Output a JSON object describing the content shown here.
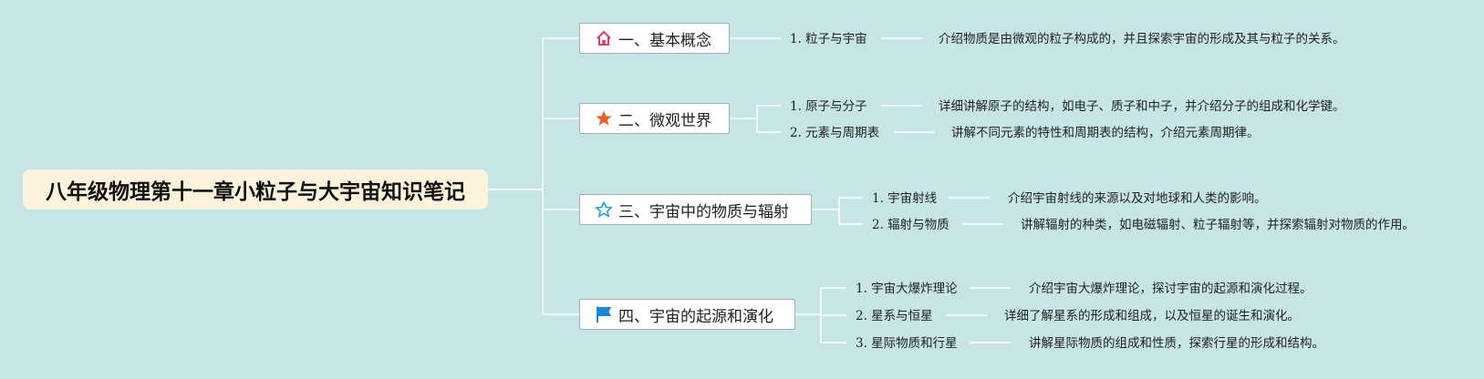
{
  "root": {
    "title": "八年级物理第十一章小粒子与大宇宙知识笔记"
  },
  "colors": {
    "background": "#c7e5e6",
    "root_fill": "#fdf3dc",
    "connector": "#ffffff"
  },
  "topics": [
    {
      "label": "一、基本概念",
      "icon": "home-icon",
      "subtopics": [
        {
          "label": "1. 粒子与宇宙",
          "note": "介绍物质是由微观的粒子构成的，并且探索宇宙的形成及其与粒子的关系。"
        }
      ]
    },
    {
      "label": "二、微观世界",
      "icon": "star-filled-icon",
      "subtopics": [
        {
          "label": "1. 原子与分子",
          "note": "详细讲解原子的结构，如电子、质子和中子，并介绍分子的组成和化学键。"
        },
        {
          "label": "2. 元素与周期表",
          "note": "讲解不同元素的特性和周期表的结构，介绍元素周期律。"
        }
      ]
    },
    {
      "label": "三、宇宙中的物质与辐射",
      "icon": "star-outline-icon",
      "subtopics": [
        {
          "label": "1. 宇宙射线",
          "note": "介绍宇宙射线的来源以及对地球和人类的影响。"
        },
        {
          "label": "2. 辐射与物质",
          "note": "讲解辐射的种类，如电磁辐射、粒子辐射等，并探索辐射对物质的作用。"
        }
      ]
    },
    {
      "label": "四、宇宙的起源和演化",
      "icon": "flag-icon",
      "subtopics": [
        {
          "label": "1. 宇宙大爆炸理论",
          "note": "介绍宇宙大爆炸理论，探讨宇宙的起源和演化过程。"
        },
        {
          "label": "2. 星系与恒星",
          "note": "详细了解星系的形成和组成，以及恒星的诞生和演化。"
        },
        {
          "label": "3. 星际物质和行星",
          "note": "讲解星际物质的组成和性质，探索行星的形成和结构。"
        }
      ]
    }
  ]
}
